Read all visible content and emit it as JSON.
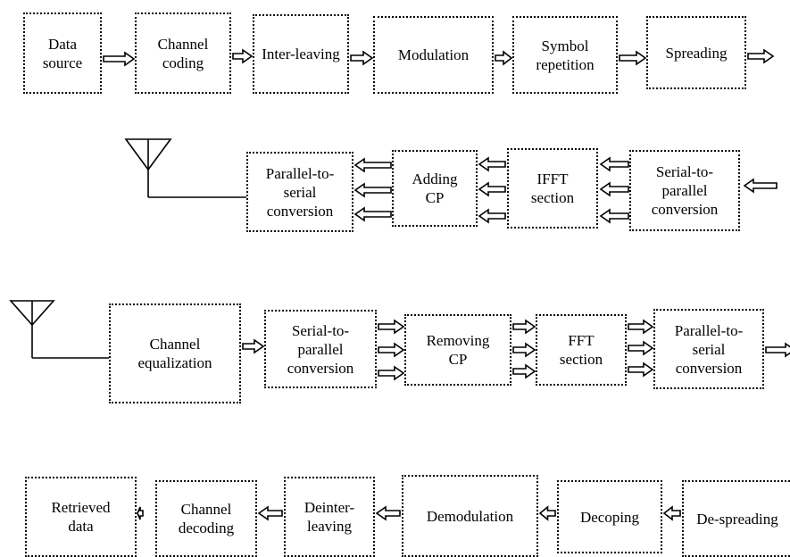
{
  "transmitter": {
    "row1": [
      {
        "id": "data-source",
        "label": "Data\nsource"
      },
      {
        "id": "channel-coding",
        "label": "Channel\ncoding"
      },
      {
        "id": "inter-leaving",
        "label": "Inter-leaving"
      },
      {
        "id": "modulation",
        "label": "Modulation"
      },
      {
        "id": "symbol-repetition",
        "label": "Symbol\nrepetition"
      },
      {
        "id": "spreading",
        "label": "Spreading"
      }
    ],
    "row2": [
      {
        "id": "parallel-to-serial-tx",
        "label": "Parallel-to-\nserial\nconversion"
      },
      {
        "id": "adding-cp",
        "label": "Adding\nCP"
      },
      {
        "id": "ifft-section",
        "label": "IFFT\nsection"
      },
      {
        "id": "serial-to-parallel-tx",
        "label": "Serial-to-\nparallel\nconversion"
      }
    ]
  },
  "receiver": {
    "row3": [
      {
        "id": "channel-equalization",
        "label": "Channel\nequalization"
      },
      {
        "id": "serial-to-parallel-rx",
        "label": "Serial-to-\nparallel\nconversion"
      },
      {
        "id": "removing-cp",
        "label": "Removing\nCP"
      },
      {
        "id": "fft-section",
        "label": "FFT\nsection"
      },
      {
        "id": "parallel-to-serial-rx",
        "label": "Parallel-to-\nserial\nconversion"
      }
    ],
    "row4": [
      {
        "id": "retrieved-data",
        "label": "Retrieved\ndata"
      },
      {
        "id": "channel-decoding",
        "label": "Channel\ndecoding"
      },
      {
        "id": "deinter-leaving",
        "label": "Deinter-\nleaving"
      },
      {
        "id": "demodulation",
        "label": "Demodulation"
      },
      {
        "id": "decoping",
        "label": "Decoping"
      },
      {
        "id": "de-spreading",
        "label": "De-spreading"
      }
    ]
  },
  "icons": [
    "antenna-tx-icon",
    "antenna-rx-icon",
    "block-arrow-icon"
  ]
}
